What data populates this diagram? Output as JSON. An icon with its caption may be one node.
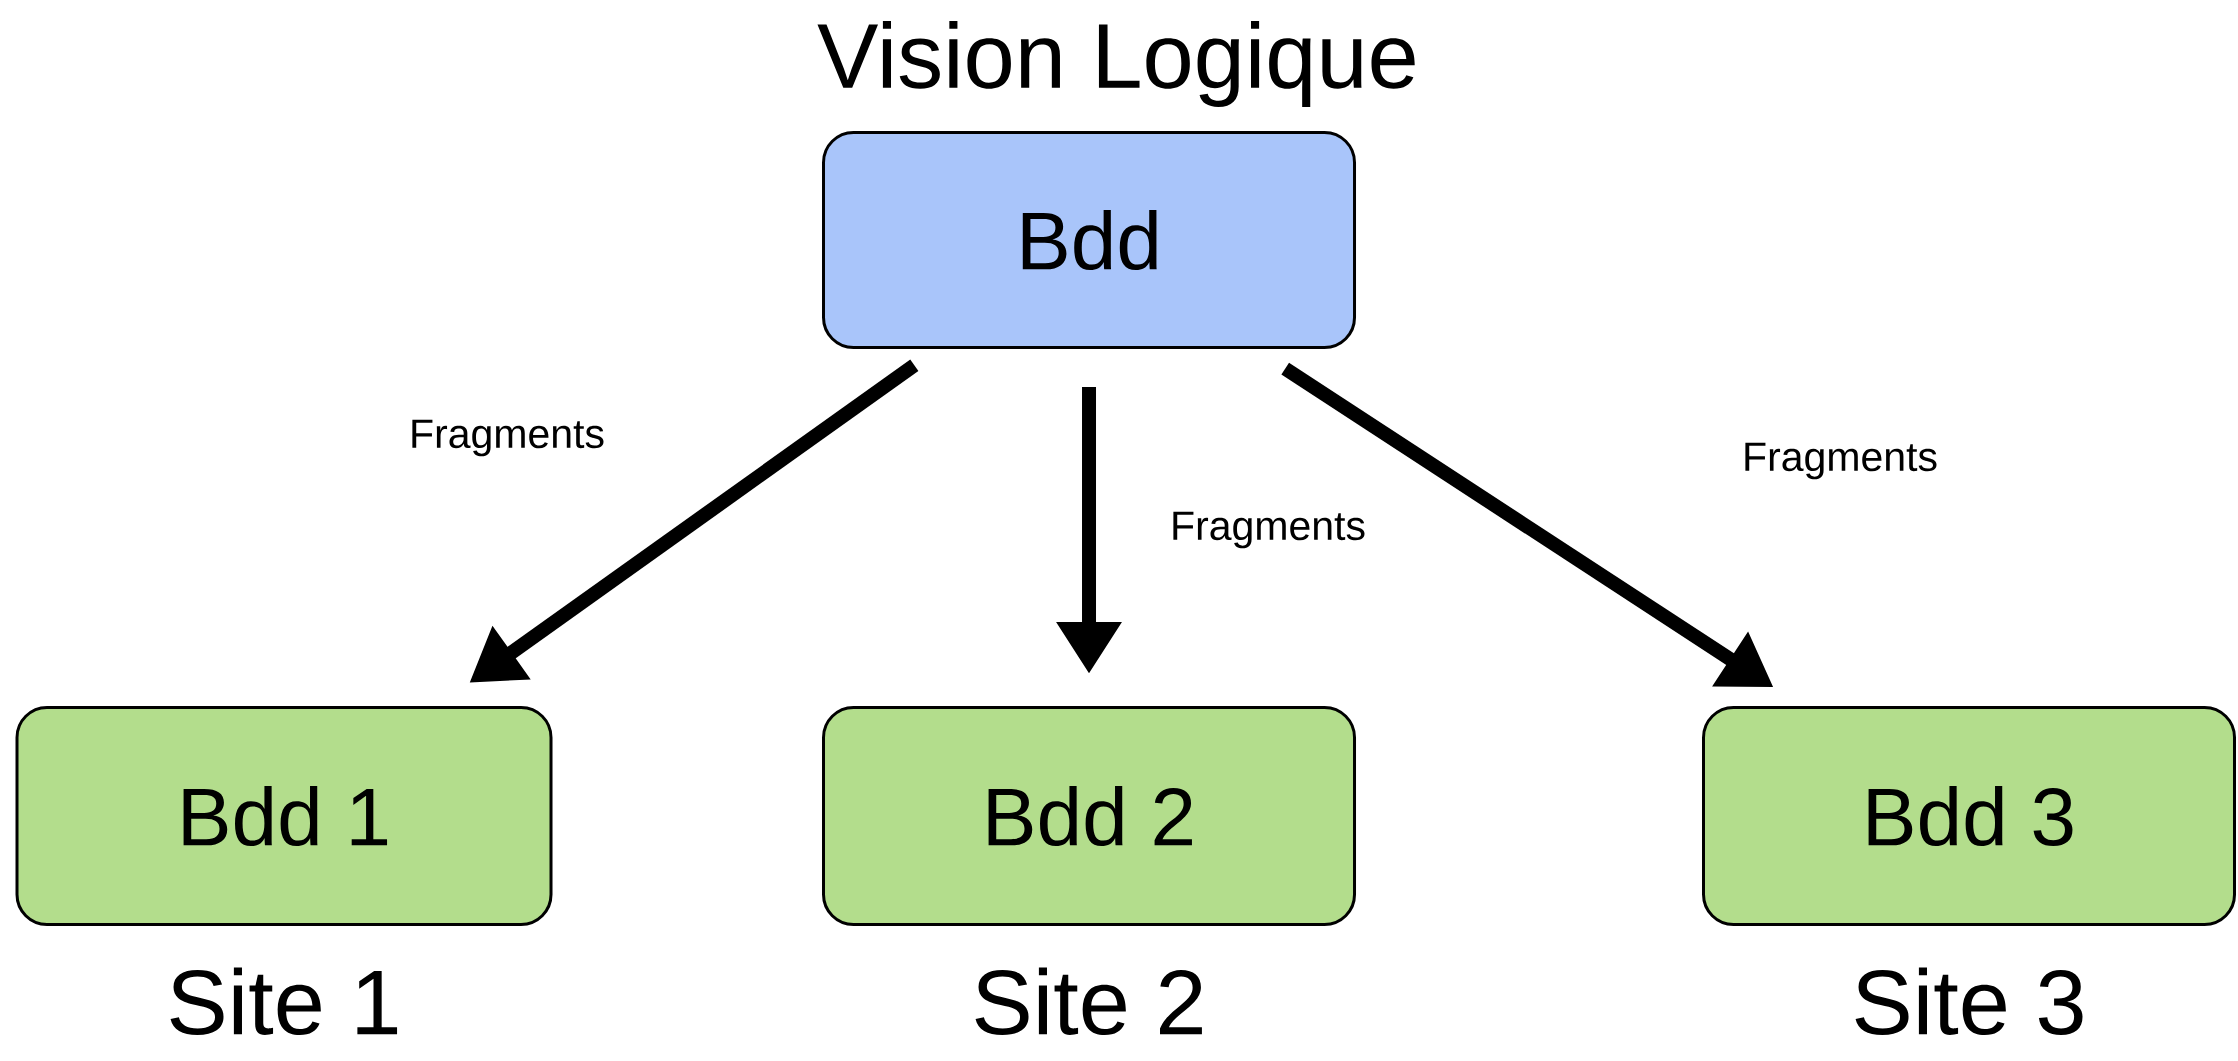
{
  "diagram": {
    "title": "Vision Logique",
    "nodes": [
      {
        "text": [
          "Bdd"
        ]
      },
      {
        "text": [
          "Bdd 1"
        ],
        "beside": [
          "Site 1"
        ]
      },
      {
        "text": [
          "Bdd 2"
        ],
        "beside": [
          "Site 2"
        ]
      },
      {
        "text": [
          "Bdd 3"
        ],
        "beside": [
          "Site 3"
        ]
      }
    ],
    "edges": [
      {
        "from": 0,
        "to": 1,
        "arrow": "to",
        "label": "Fragments"
      },
      {
        "from": 0,
        "to": 2,
        "arrow": "to",
        "label": "Fragments"
      },
      {
        "from": 0,
        "to": 3,
        "arrow": "to",
        "label": "Fragments"
      }
    ]
  }
}
